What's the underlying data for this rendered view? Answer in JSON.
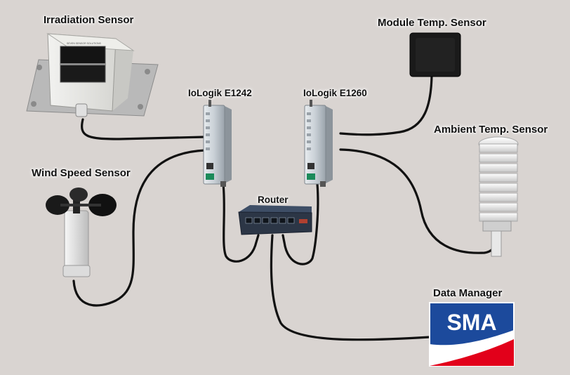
{
  "labels": {
    "irradiation_sensor": "Irradiation Sensor",
    "module_temp_sensor": "Module Temp. Sensor",
    "iologik_e1242": "IoLogik E1242",
    "iologik_e1260": "IoLogik E1260",
    "ambient_temp_sensor": "Ambient Temp. Sensor",
    "wind_speed_sensor": "Wind Speed Sensor",
    "router": "Router",
    "data_manager": "Data Manager"
  },
  "irradiation_sensor_brand": "SEVEN SENSOR SOLUTIONS",
  "sma_logo_text": "SMA",
  "colors": {
    "background": "#d9d4d1",
    "cable": "#111111",
    "sma_blue": "#1c4a9c",
    "sma_red": "#e2001a"
  }
}
